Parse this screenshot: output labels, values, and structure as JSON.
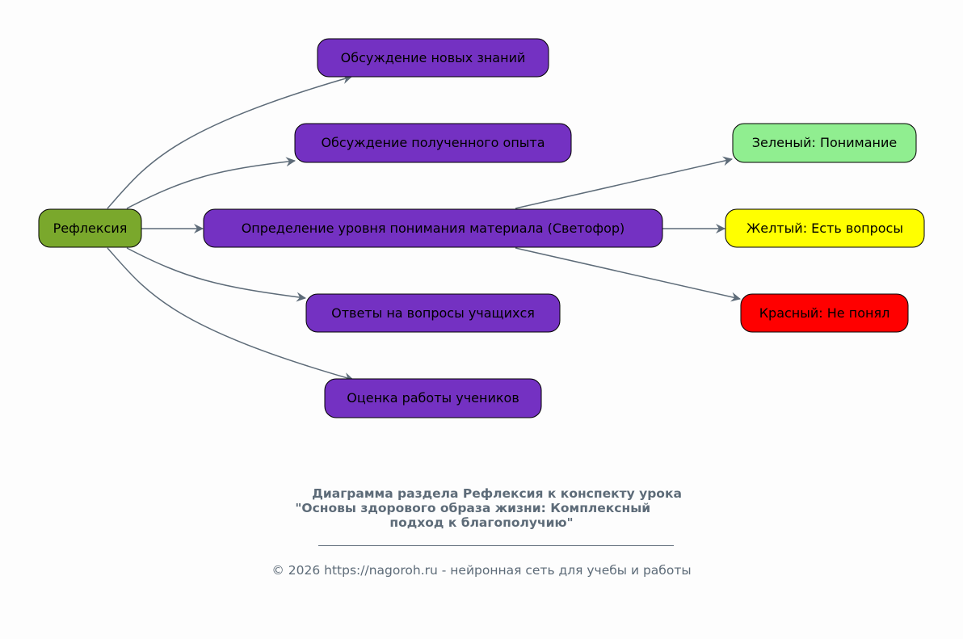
{
  "diagram": {
    "root": {
      "label": "Рефлексия",
      "color": "#7aa82c"
    },
    "children": [
      {
        "label": "Обсуждение новых знаний",
        "color": "#7431c2"
      },
      {
        "label": "Обсуждение полученного опыта",
        "color": "#7431c2"
      },
      {
        "label": "Определение уровня понимания материала (Светофор)",
        "color": "#7431c2"
      },
      {
        "label": "Ответы на вопросы учащихся",
        "color": "#7431c2"
      },
      {
        "label": "Оценка работы учеников",
        "color": "#7431c2"
      }
    ],
    "traffic_light": [
      {
        "label": "Зеленый: Понимание",
        "color": "#90ee90"
      },
      {
        "label": "Желтый: Есть вопросы",
        "color": "#ffff00"
      },
      {
        "label": "Красный: Не понял",
        "color": "#ff0000"
      }
    ],
    "edge_color": "#5d6b78"
  },
  "caption": {
    "title_lines": [
      "Диаграмма раздела Рефлексия к конспекту урока",
      "\"Основы здорового образа жизни: Комплексный    ",
      "подход к благополучию\""
    ],
    "footer": "© 2026 https://nagoroh.ru - нейронная сеть для учебы и работы"
  }
}
